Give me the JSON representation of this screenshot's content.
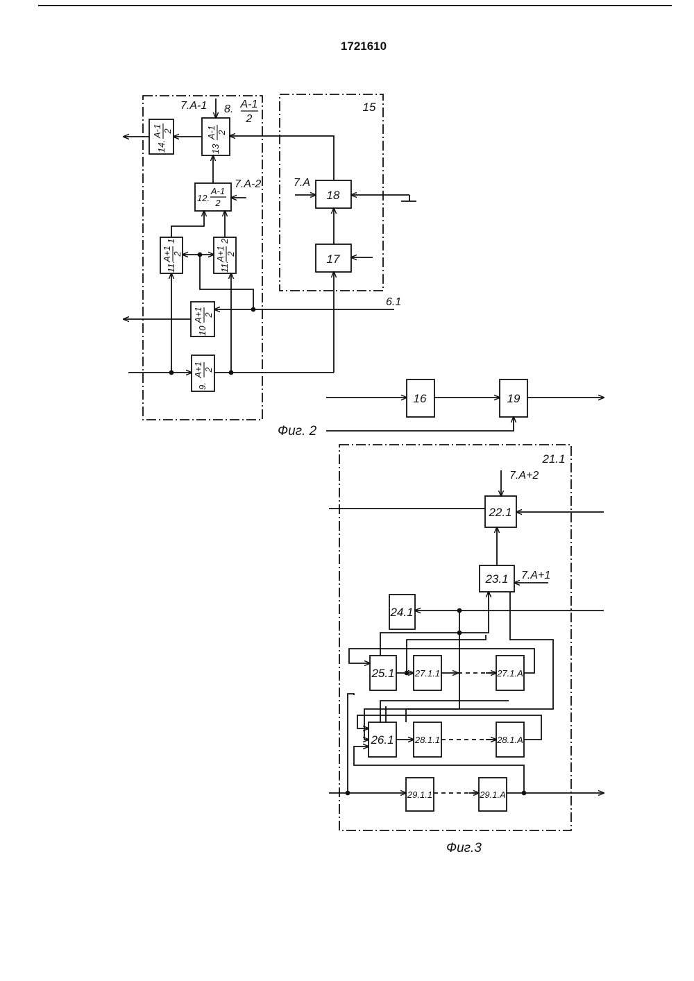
{
  "page": {
    "patent_number": "1721610"
  },
  "fig2": {
    "caption": "Фиг. 2",
    "frame_label": "15",
    "signal_7A_minus_1": "7.A-1",
    "signal_8": "8.",
    "signal_7A_minus_2": "7.A-2",
    "signal_7A": "7.A",
    "signal_6_1": "6.1",
    "fraction": {
      "numerator": "A-1",
      "denominator": "2"
    },
    "fraction_plus": {
      "numerator": "A+1",
      "denominator": "2"
    },
    "blocks": {
      "b9": "9.",
      "b10": "10",
      "b11_1": "11.",
      "b11_1_suffix": "1",
      "b11_2": "11.",
      "b11_2_suffix": "2",
      "b12": "12.",
      "b13": "13",
      "b14": "14.",
      "b16": "16",
      "b17": "17",
      "b18": "18",
      "b19": "19"
    }
  },
  "fig3": {
    "caption": "Фиг.3",
    "frame_label": "21.1",
    "signal_7A_plus_2": "7.A+2",
    "signal_7A_plus_1": "7.A+1",
    "blocks": {
      "b22": "22.1",
      "b23": "23.1",
      "b24": "24.1",
      "b25": "25.1",
      "b26": "26.1",
      "b27_1": "27.1.1",
      "b27_A": "27.1.A",
      "b28_1": "28.1.1",
      "b28_A": "28.1.A",
      "b29_1": "29.1.1",
      "b29_A": "29.1.A"
    }
  }
}
